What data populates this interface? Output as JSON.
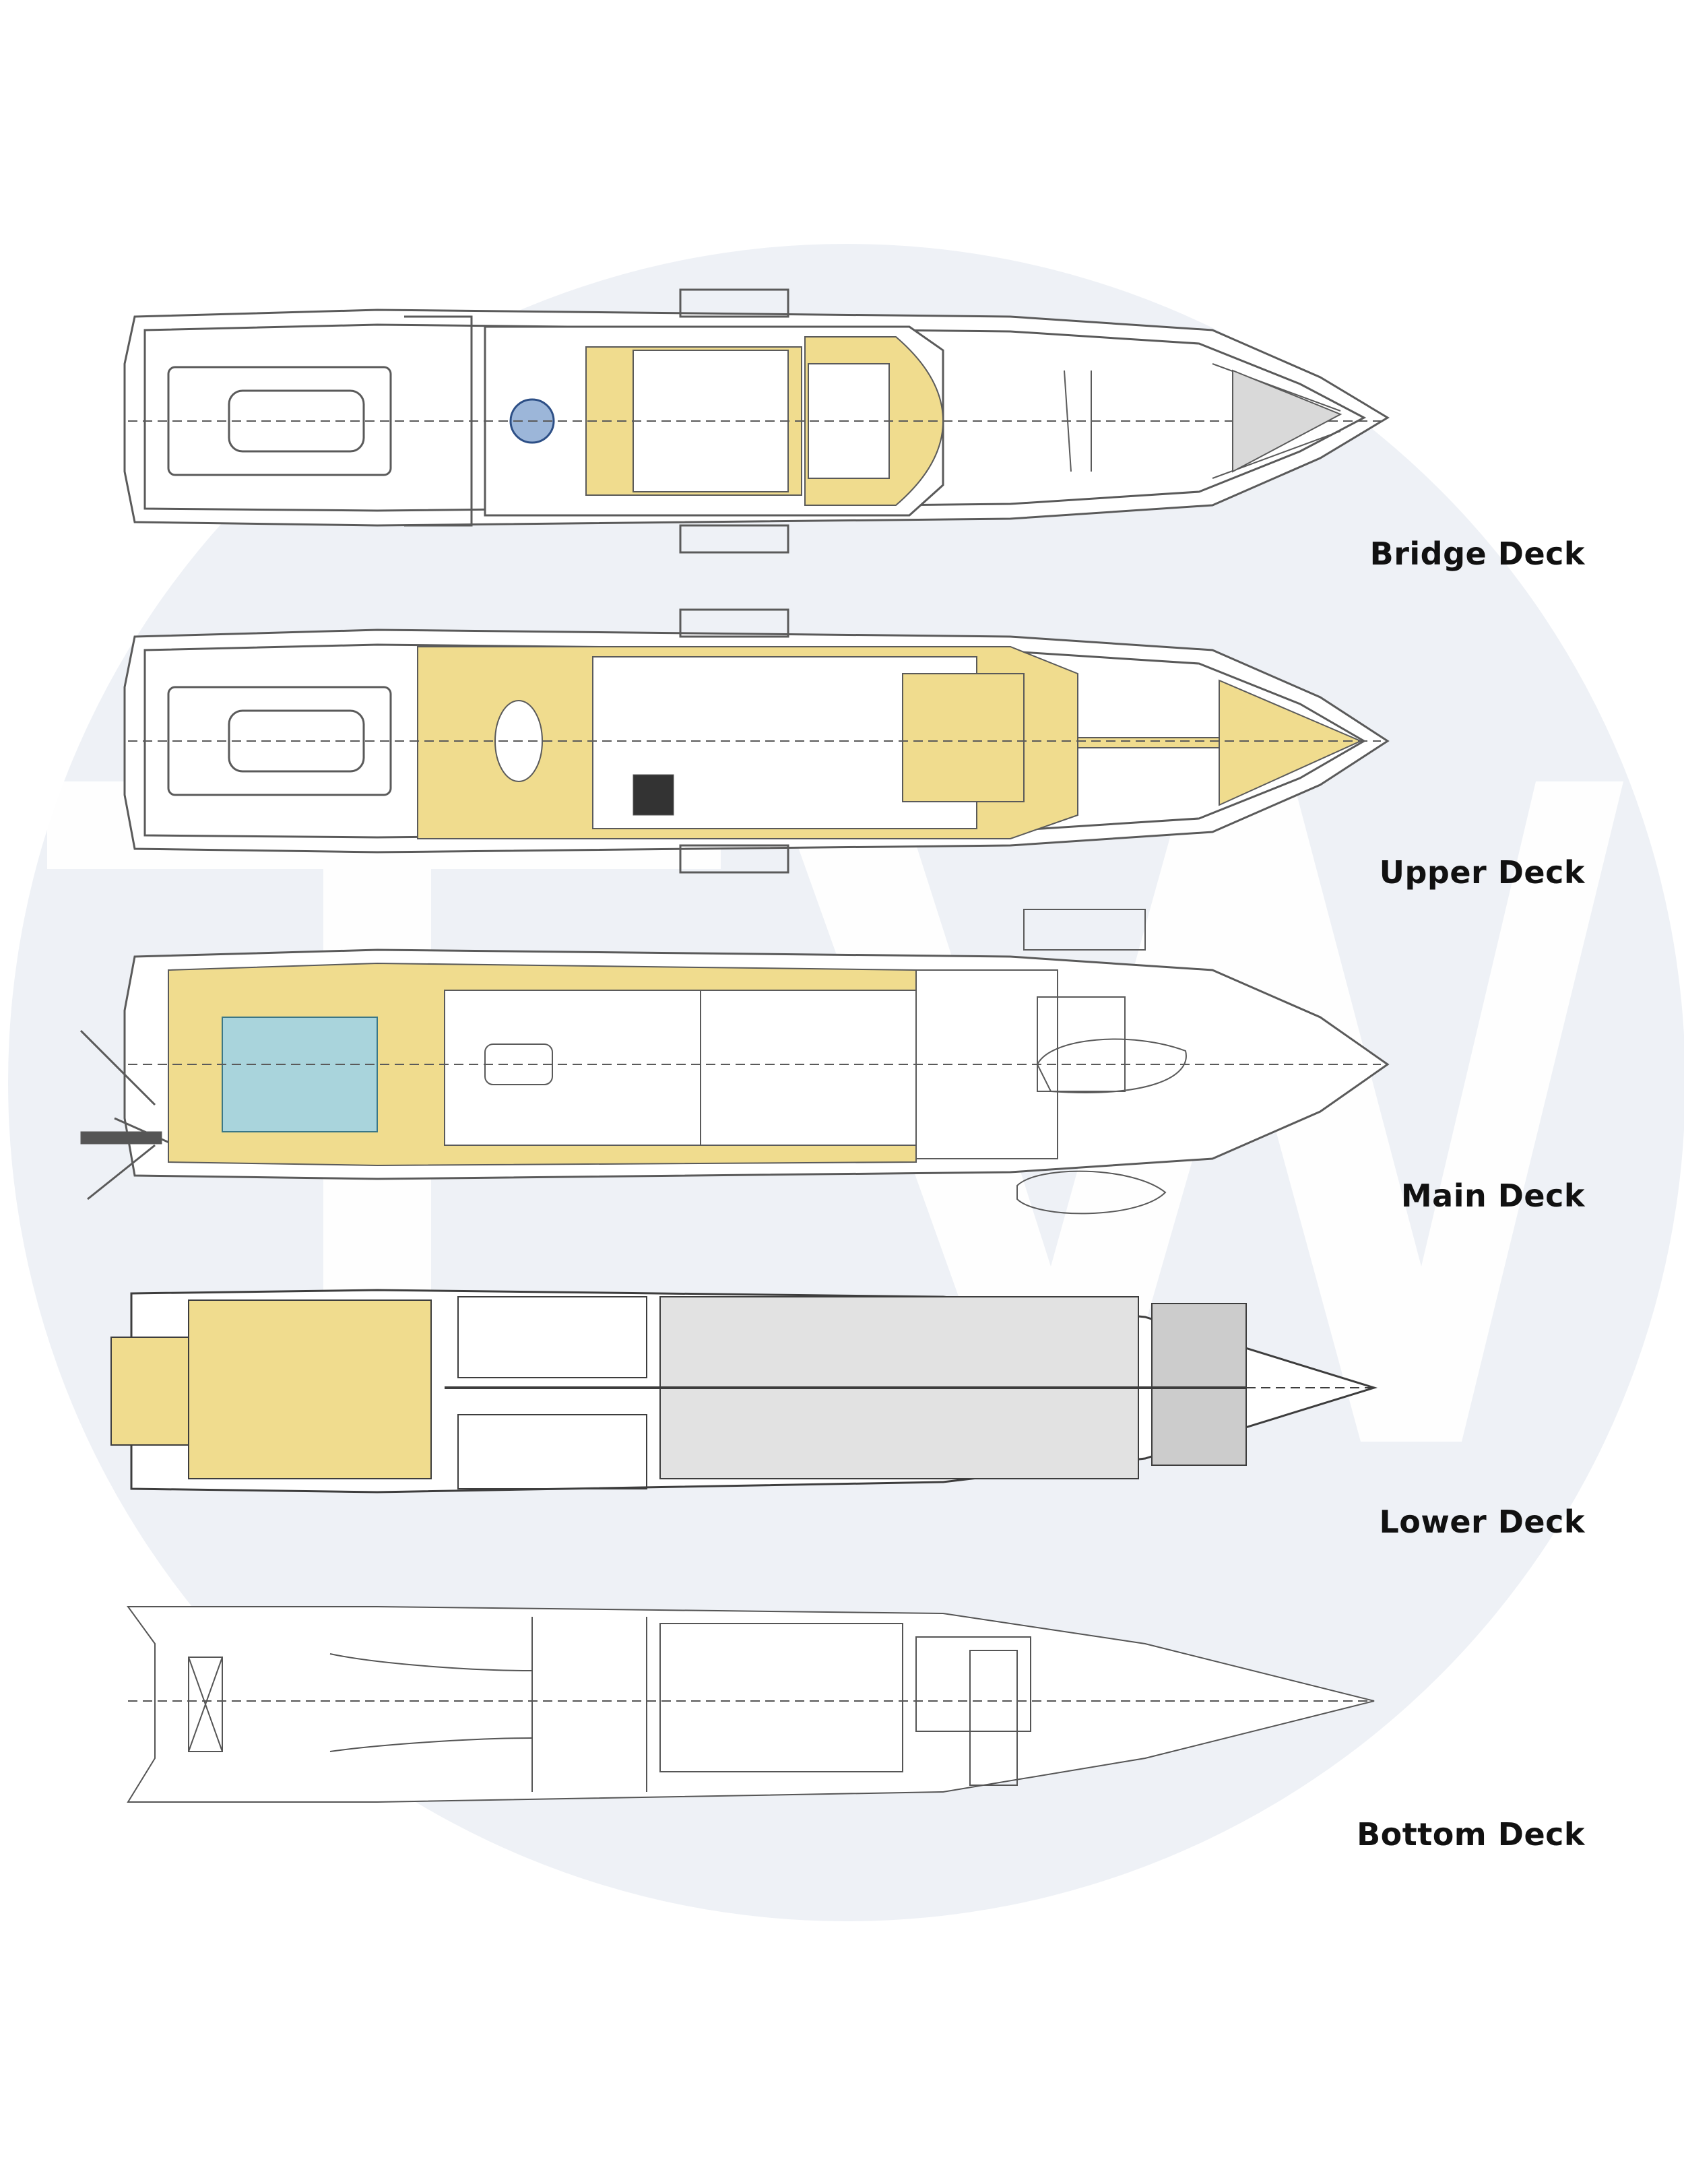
{
  "colors": {
    "background": "#ffffff",
    "watermark": "#eef1f6",
    "deck_highlight": "#f0dc8e",
    "line": "#5a5a5a",
    "label": "#111111"
  },
  "decks": [
    {
      "label": "Bridge Deck",
      "style": "highlighted"
    },
    {
      "label": "Upper Deck",
      "style": "highlighted"
    },
    {
      "label": "Main Deck",
      "style": "highlighted"
    },
    {
      "label": "Lower Deck",
      "style": "detailed"
    },
    {
      "label": "Bottom Deck",
      "style": "outline"
    }
  ]
}
